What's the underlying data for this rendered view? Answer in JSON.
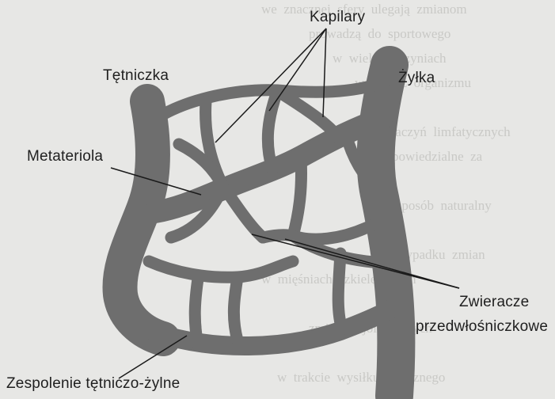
{
  "labels": {
    "kapilary": "Kapilary",
    "tetniczka": "Tętniczka",
    "zylka": "Żyłka",
    "metateriola": "Metateriola",
    "zwieracze_line1": "Zwieracze",
    "zwieracze_line2": "przedwłośniczkowe",
    "zespolenie": "Zespolenie tętniczo-żylne"
  },
  "colors": {
    "vessel": "#6e6e6e",
    "vessel_edge": "#5a5a5a",
    "leader_line": "#1a1a1a",
    "label_text": "#1f1f1f",
    "background": "#e7e7e5",
    "bleed_text": "#c9c9c6"
  }
}
